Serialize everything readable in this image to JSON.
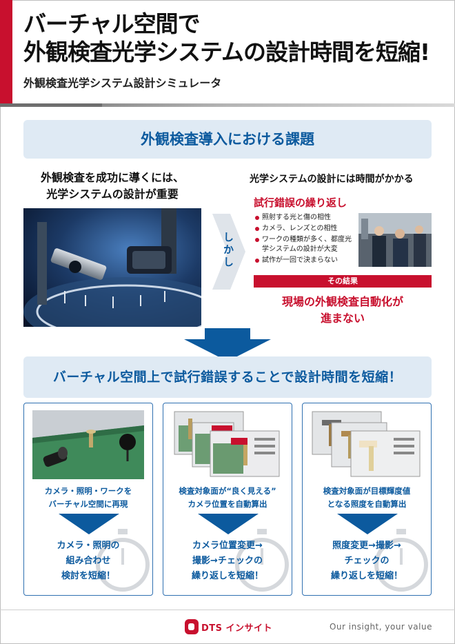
{
  "header": {
    "title_line1": "バーチャル空間で",
    "title_line2": "外観検査光学システムの設計時間を短縮!",
    "subtitle": "外観検査光学システム設計シミュレータ"
  },
  "problem": {
    "banner": "外観検査導入における課題",
    "left_heading_line1": "外観検査を成功に導くには、",
    "left_heading_line2": "光学システムの設計が重要",
    "however": "しかし",
    "right_heading": "光学システムの設計には時間がかかる",
    "trial_heading": "試行錯誤の繰り返し",
    "bullets": [
      "照射する光と傷の相性",
      "カメラ、レンズとの相性",
      "ワークの種類が多く、都度光学システムの設計が大変",
      "試作が一回で決まらない"
    ],
    "result_label": "その結果",
    "result_line1": "現場の外観検査自動化が",
    "result_line2": "進まない"
  },
  "solution": {
    "banner": "バーチャル空間上で試行錯誤することで設計時間を短縮！",
    "cards": [
      {
        "caption_line1": "カメラ・照明・ワークを",
        "caption_line2": "バーチャル空間に再現",
        "result_line1": "カメラ・照明の",
        "result_line2": "組み合わせ",
        "result_line3": "検討を短縮！"
      },
      {
        "caption_line1": "検査対象面が“良く見える”",
        "caption_line2": "カメラ位置を自動算出",
        "result_line1": "カメラ位置変更→",
        "result_line2": "撮影→チェックの",
        "result_line3": "繰り返しを短縮！"
      },
      {
        "caption_line1": "検査対象面が目標輝度値",
        "caption_line2": "となる照度を自動算出",
        "result_line1": "照度変更→撮影→",
        "result_line2": "チェックの",
        "result_line3": "繰り返しを短縮！"
      }
    ]
  },
  "footer": {
    "logo_text": "DTS インサイト",
    "tagline": "Our insight, your value"
  },
  "colors": {
    "brand_red": "#c8102e",
    "brand_blue": "#0c5a9e",
    "banner_bg": "#dfeaf4"
  }
}
